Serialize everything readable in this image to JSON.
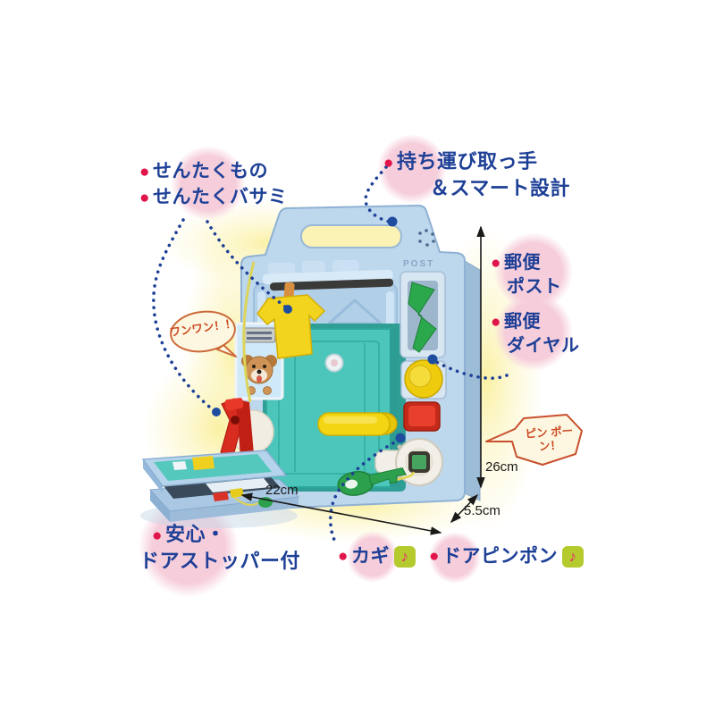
{
  "annotations": {
    "bullet": "●",
    "note_icon": "♪",
    "laundry": {
      "item1": "せんたくもの",
      "item2": "せんたくバサミ"
    },
    "carry": {
      "line1": "持ち運び取っ手",
      "line2": "＆スマート設計"
    },
    "post": {
      "line1": "郵便",
      "line2": "ポスト"
    },
    "dial": {
      "line1": "郵便",
      "line2": "ダイヤル"
    },
    "stopper": {
      "line1": "安心・",
      "line2": "ドアストッパー付"
    },
    "key": {
      "label": "カギ"
    },
    "doorbell": {
      "label": "ドアピンポン"
    }
  },
  "speech": {
    "bark": "ワンワン！！",
    "chime_line1": "ピン",
    "chime_line2": "ポーン！"
  },
  "dimensions": {
    "width": "22cm",
    "height": "26cm",
    "depth": "5.5cm"
  },
  "toy": {
    "post_text": "POST"
  },
  "colors": {
    "callout_circle": "#f6cdda",
    "callout_text": "#1d3f96",
    "bullet_red": "#e0154a",
    "body_blue": "#bdd7ed",
    "door_teal": "#4cc6ba",
    "accent_yellow": "#f2d41f",
    "button_red": "#e23222",
    "flap_green": "#2ca84c",
    "note_icon_bg": "#b5ca2d",
    "note_icon_fg": "#e3306a",
    "speech_text": "#cc4a22",
    "connector_blue": "#1d3f96",
    "glow_yellow": "#fbf3a6"
  }
}
